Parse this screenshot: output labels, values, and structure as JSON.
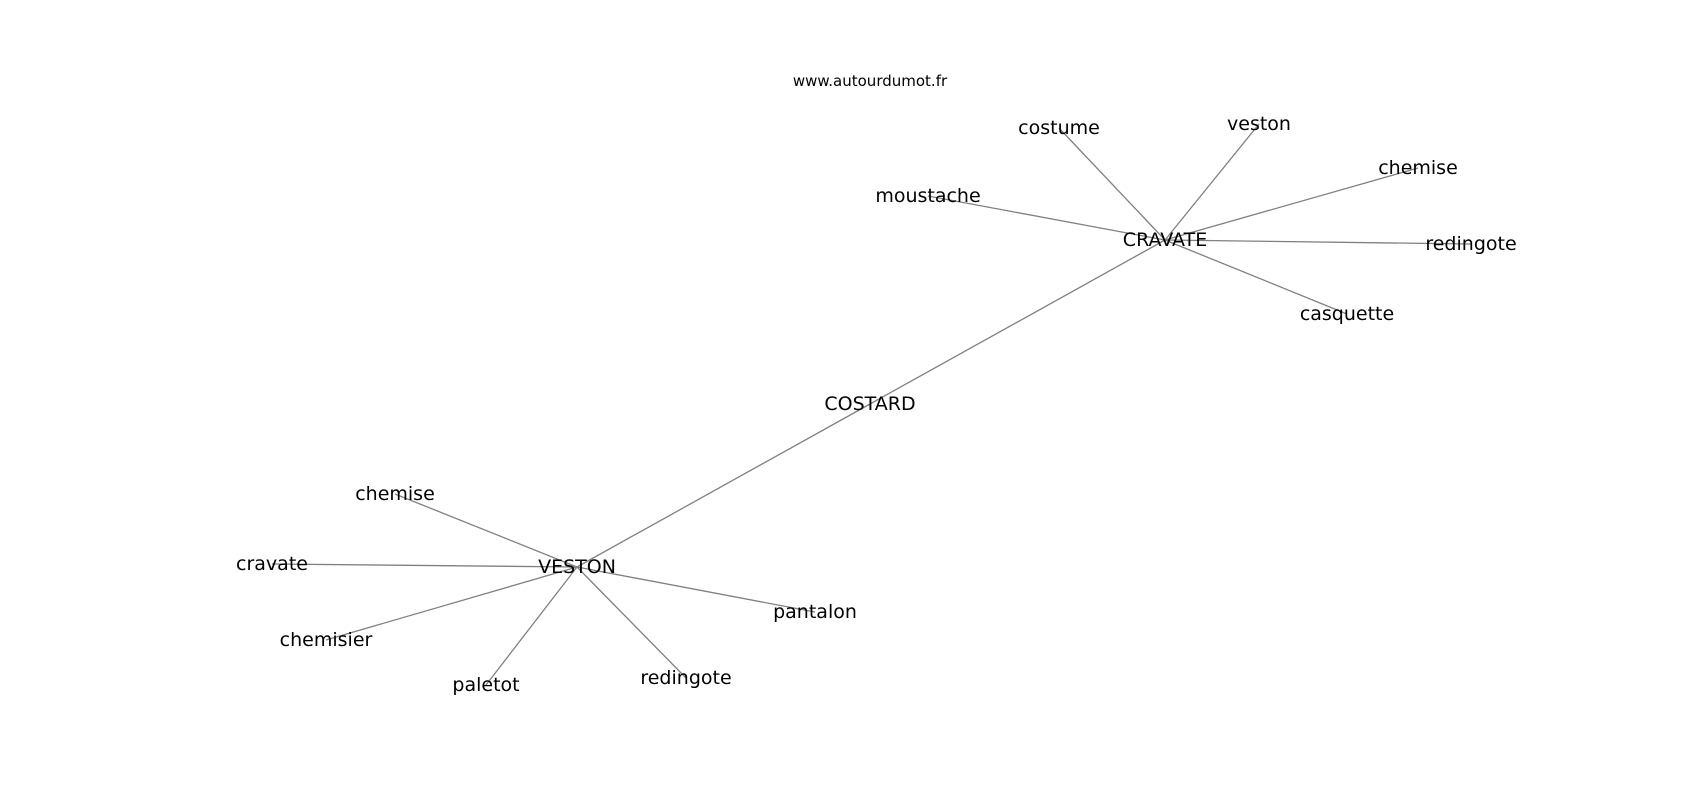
{
  "diagram": {
    "site": "www.autourdumot.fr",
    "nodes": [
      {
        "id": "costard",
        "label": "COSTARD"
      },
      {
        "id": "cravate_hub",
        "label": "CRAVATE"
      },
      {
        "id": "veston_hub",
        "label": "VESTON"
      },
      {
        "id": "moustache",
        "label": "moustache"
      },
      {
        "id": "costume",
        "label": "costume"
      },
      {
        "id": "veston_leaf",
        "label": "veston"
      },
      {
        "id": "chemise_top",
        "label": "chemise"
      },
      {
        "id": "redingote_top",
        "label": "redingote"
      },
      {
        "id": "casquette",
        "label": "casquette"
      },
      {
        "id": "chemise_bottom",
        "label": "chemise"
      },
      {
        "id": "cravate_leaf",
        "label": "cravate"
      },
      {
        "id": "chemisier",
        "label": "chemisier"
      },
      {
        "id": "paletot",
        "label": "paletot"
      },
      {
        "id": "redingote_bottom",
        "label": "redingote"
      },
      {
        "id": "pantalon",
        "label": "pantalon"
      }
    ],
    "edges": [
      {
        "from": "costard",
        "to": "cravate_hub"
      },
      {
        "from": "costard",
        "to": "veston_hub"
      },
      {
        "from": "cravate_hub",
        "to": "moustache"
      },
      {
        "from": "cravate_hub",
        "to": "costume"
      },
      {
        "from": "cravate_hub",
        "to": "veston_leaf"
      },
      {
        "from": "cravate_hub",
        "to": "chemise_top"
      },
      {
        "from": "cravate_hub",
        "to": "redingote_top"
      },
      {
        "from": "cravate_hub",
        "to": "casquette"
      },
      {
        "from": "veston_hub",
        "to": "chemise_bottom"
      },
      {
        "from": "veston_hub",
        "to": "cravate_leaf"
      },
      {
        "from": "veston_hub",
        "to": "chemisier"
      },
      {
        "from": "veston_hub",
        "to": "paletot"
      },
      {
        "from": "veston_hub",
        "to": "redingote_bottom"
      },
      {
        "from": "veston_hub",
        "to": "pantalon"
      }
    ]
  }
}
